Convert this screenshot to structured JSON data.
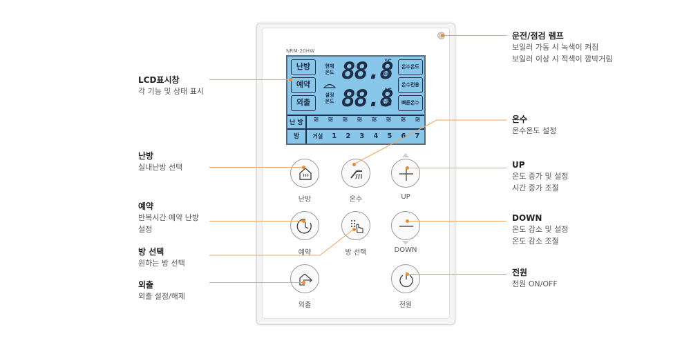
{
  "panel": {
    "model": "NRM-20HW",
    "lcd": {
      "left_buttons": [
        "난방",
        "예약",
        "외출"
      ],
      "right_buttons": [
        "온수온도",
        "온수전용",
        "빠른온수"
      ],
      "current_label": "현재\n온도",
      "set_label": "설정\n온도",
      "digits_top": "88.8",
      "digits_bottom": "88.8",
      "unit_top": "℃",
      "unit_bottom": "℃",
      "time_label": "시간\n마다",
      "minute_label": "분\n가동",
      "row1_label": "난 방",
      "row2_label": "방",
      "heat_symbol": "ⵇ",
      "rooms": [
        "거실",
        "1",
        "2",
        "3",
        "4",
        "5",
        "6",
        "7"
      ]
    },
    "buttons": {
      "heating": "난방",
      "hotwater": "온수",
      "up": "UP",
      "reserve": "예약",
      "room": "방 선택",
      "down": "DOWN",
      "away": "외출",
      "power": "전원"
    }
  },
  "callouts": {
    "run_lamp": {
      "title": "운전/점검 램프",
      "desc": [
        "보일러 가동 시 녹색이 켜짐",
        "보일러 이상 시 적색이 깜박거림"
      ]
    },
    "lcd": {
      "title": "LCD표시창",
      "desc": [
        "각 기능 및 상태 표시"
      ]
    },
    "hotwater": {
      "title": "온수",
      "desc": [
        "온수온도 설정"
      ]
    },
    "heating": {
      "title": "난방",
      "desc": [
        "실내난방 선택"
      ]
    },
    "up": {
      "title": "UP",
      "desc": [
        "온도 증가 및 설정",
        "시간 증가 조절"
      ]
    },
    "reserve": {
      "title": "예약",
      "desc": [
        "반복시간 예약 난방",
        "설정"
      ]
    },
    "down": {
      "title": "DOWN",
      "desc": [
        "온도 감소 및 설정",
        "온도 감소 조절"
      ]
    },
    "room": {
      "title": "방 선택",
      "desc": [
        "원하는 방 선택"
      ]
    },
    "away": {
      "title": "외출",
      "desc": [
        "외출 설정/해제"
      ]
    },
    "power": {
      "title": "전원",
      "desc": [
        "전원 ON/OFF"
      ]
    }
  },
  "colors": {
    "accent": "#f08a2c",
    "lcd_bg": "#88c6ea",
    "lcd_ink": "#1f2e47"
  }
}
